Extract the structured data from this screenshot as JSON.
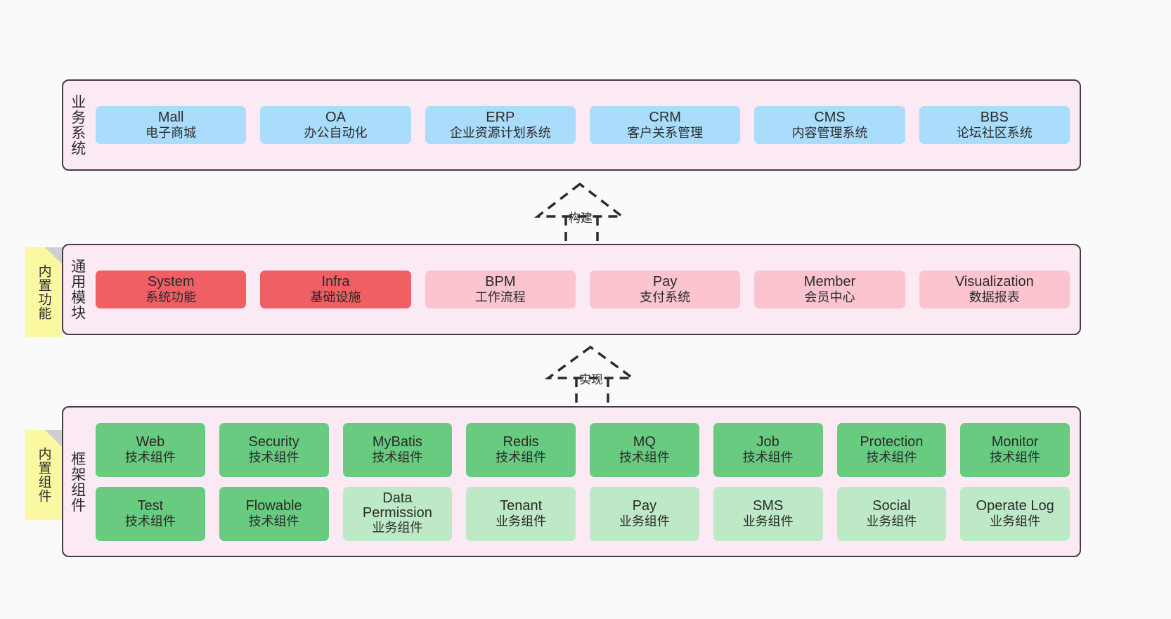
{
  "diagram": {
    "title_visible": false,
    "background": "#fafafa",
    "colors": {
      "panel_fill": "#fbeaf4",
      "panel_border": "#4a3a46",
      "business": "#aadcfb",
      "module_core": "#ef5f63",
      "module_optional": "#fbc4cf",
      "component_tech": "#68cb7f",
      "component_biz": "#bee9c7",
      "note": "#fbf8a2",
      "note_fold": "#cfcfcf",
      "text": "#2b2b2b"
    }
  },
  "layers": {
    "business": {
      "title": "业务系统",
      "cards": [
        {
          "name": "Mall",
          "desc": "电子商城"
        },
        {
          "name": "OA",
          "desc": "办公自动化"
        },
        {
          "name": "ERP",
          "desc": "企业资源计划系统"
        },
        {
          "name": "CRM",
          "desc": "客户关系管理"
        },
        {
          "name": "CMS",
          "desc": "内容管理系统"
        },
        {
          "name": "BBS",
          "desc": "论坛社区系统"
        }
      ]
    },
    "modules": {
      "title": "通用模块",
      "note": "内置功能",
      "cards": [
        {
          "name": "System",
          "desc": "系统功能",
          "style": "core"
        },
        {
          "name": "Infra",
          "desc": "基础设施",
          "style": "core"
        },
        {
          "name": "BPM",
          "desc": "工作流程",
          "style": "optional"
        },
        {
          "name": "Pay",
          "desc": "支付系统",
          "style": "optional"
        },
        {
          "name": "Member",
          "desc": "会员中心",
          "style": "optional"
        },
        {
          "name": "Visualization",
          "desc": "数据报表",
          "style": "optional"
        }
      ]
    },
    "framework": {
      "title": "框架组件",
      "note": "内置组件",
      "row1": [
        {
          "name": "Web",
          "desc": "技术组件",
          "style": "tech"
        },
        {
          "name": "Security",
          "desc": "技术组件",
          "style": "tech"
        },
        {
          "name": "MyBatis",
          "desc": "技术组件",
          "style": "tech"
        },
        {
          "name": "Redis",
          "desc": "技术组件",
          "style": "tech"
        },
        {
          "name": "MQ",
          "desc": "技术组件",
          "style": "tech"
        },
        {
          "name": "Job",
          "desc": "技术组件",
          "style": "tech"
        },
        {
          "name": "Protection",
          "desc": "技术组件",
          "style": "tech"
        },
        {
          "name": "Monitor",
          "desc": "技术组件",
          "style": "tech"
        }
      ],
      "row2": [
        {
          "name": "Test",
          "desc": "技术组件",
          "style": "tech"
        },
        {
          "name": "Flowable",
          "desc": "技术组件",
          "style": "tech"
        },
        {
          "name": "Data Permission",
          "desc": "业务组件",
          "style": "biz"
        },
        {
          "name": "Tenant",
          "desc": "业务组件",
          "style": "biz"
        },
        {
          "name": "Pay",
          "desc": "业务组件",
          "style": "biz"
        },
        {
          "name": "SMS",
          "desc": "业务组件",
          "style": "biz"
        },
        {
          "name": "Social",
          "desc": "业务组件",
          "style": "biz"
        },
        {
          "name": "Operate Log",
          "desc": "业务组件",
          "style": "biz"
        }
      ]
    }
  },
  "connectors": [
    {
      "label": "构建",
      "from": "modules",
      "to": "business"
    },
    {
      "label": "实现",
      "from": "framework",
      "to": "modules"
    }
  ]
}
